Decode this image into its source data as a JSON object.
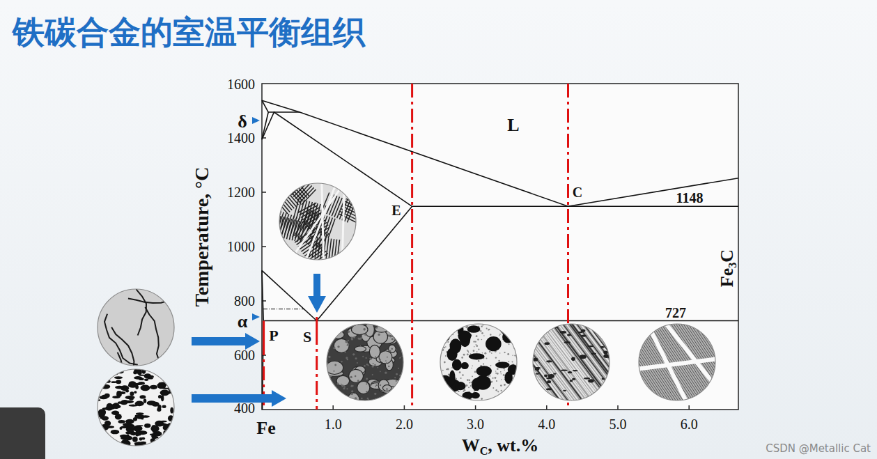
{
  "diagram": {
    "title": "铁碳合金的室温平衡组织",
    "labels": [
      "1600",
      "1400",
      "1200",
      "1000",
      "800",
      "600",
      "400",
      "1.0",
      "2.0",
      "3.0",
      "4.0",
      "5.0",
      "6.0",
      "Fe",
      "W",
      "C",
      ", wt.%",
      "Temperature, °C",
      "δ",
      "α",
      "L",
      "E",
      "C",
      "1148",
      "727",
      "P",
      "S",
      "Fe",
      "3",
      "C",
      "CSDN @Metallic Cat"
    ]
  }
}
